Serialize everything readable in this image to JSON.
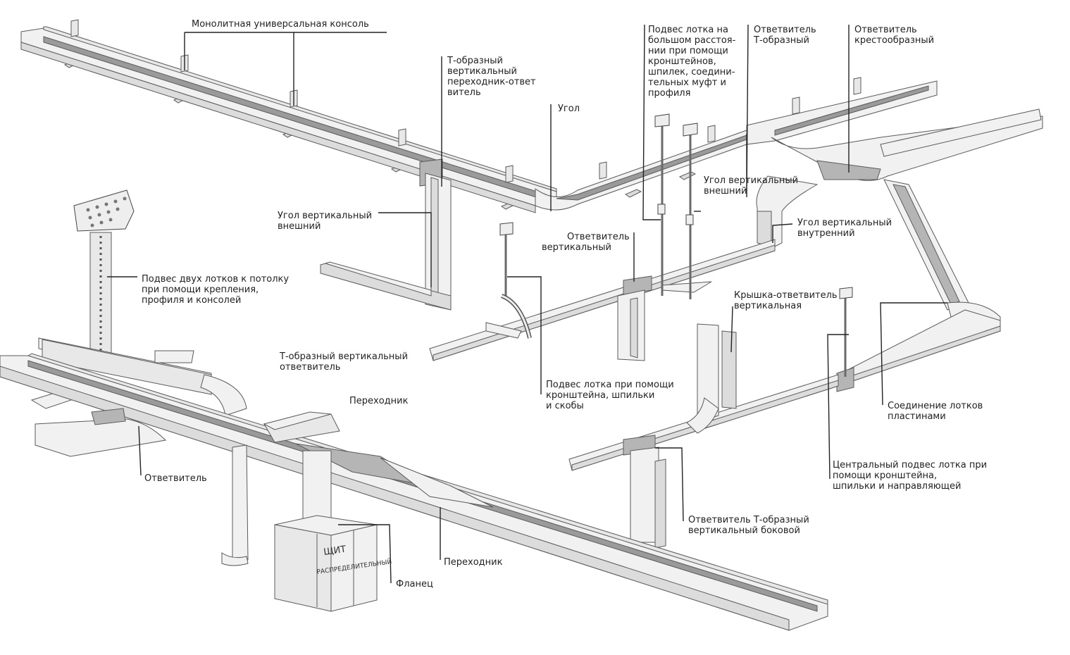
{
  "labels": {
    "console": "Монолитная универсальная консоль",
    "t_vertical_adapter": [
      "Т-образный",
      "вертикальный",
      "переходник-ответ",
      "витель"
    ],
    "corner": "Угол",
    "long_span": [
      "Подвес лотка на",
      "большом расстоя-",
      "нии при помощи",
      "кронштейнов,",
      "шпилек, соедини-",
      "тельных муфт и",
      "профиля"
    ],
    "t_branch": [
      "Ответвитель",
      "Т-образный"
    ],
    "cross_branch": [
      "Ответвитель",
      "крестообразный"
    ],
    "ext_vert_corner_right": [
      "Угол вертикальный",
      "внешний"
    ],
    "ext_vert_corner_left": [
      "Угол вертикальный",
      "внешний"
    ],
    "int_vert_corner": [
      "Угол вертикальный",
      "внутренний"
    ],
    "vertical_branch": [
      "Ответвитель",
      "вертикальный"
    ],
    "two_trays": [
      "Подвес двух лотков к потолку",
      "при помощи крепления,",
      "профиля и консолей"
    ],
    "cover_branch": [
      "Крышка-ответвитель",
      "вертикальная"
    ],
    "t_vertical_branch": [
      "Т-образный вертикальный",
      "ответвитель"
    ],
    "adapter_mid": "Переходник",
    "bracket_hanger": [
      "Подвес лотка при помощи",
      "кронштейна, шпильки",
      "и скобы"
    ],
    "plates_join": [
      "Соединение лотков",
      "пластинами"
    ],
    "central_hanger": [
      "Центральный подвес лотка при",
      "помощи кронштейна,",
      "шпильки и направляющей"
    ],
    "branch": "Ответвитель",
    "side_t_branch": [
      "Ответвитель Т-образный",
      "вертикальный боковой"
    ],
    "adapter_bottom": "Переходник",
    "flange": "Фланец"
  },
  "cabinet": {
    "title": "ЩИТ",
    "subtitle": "РАСПРЕДЕЛИТЕЛЬНЫЙ"
  }
}
